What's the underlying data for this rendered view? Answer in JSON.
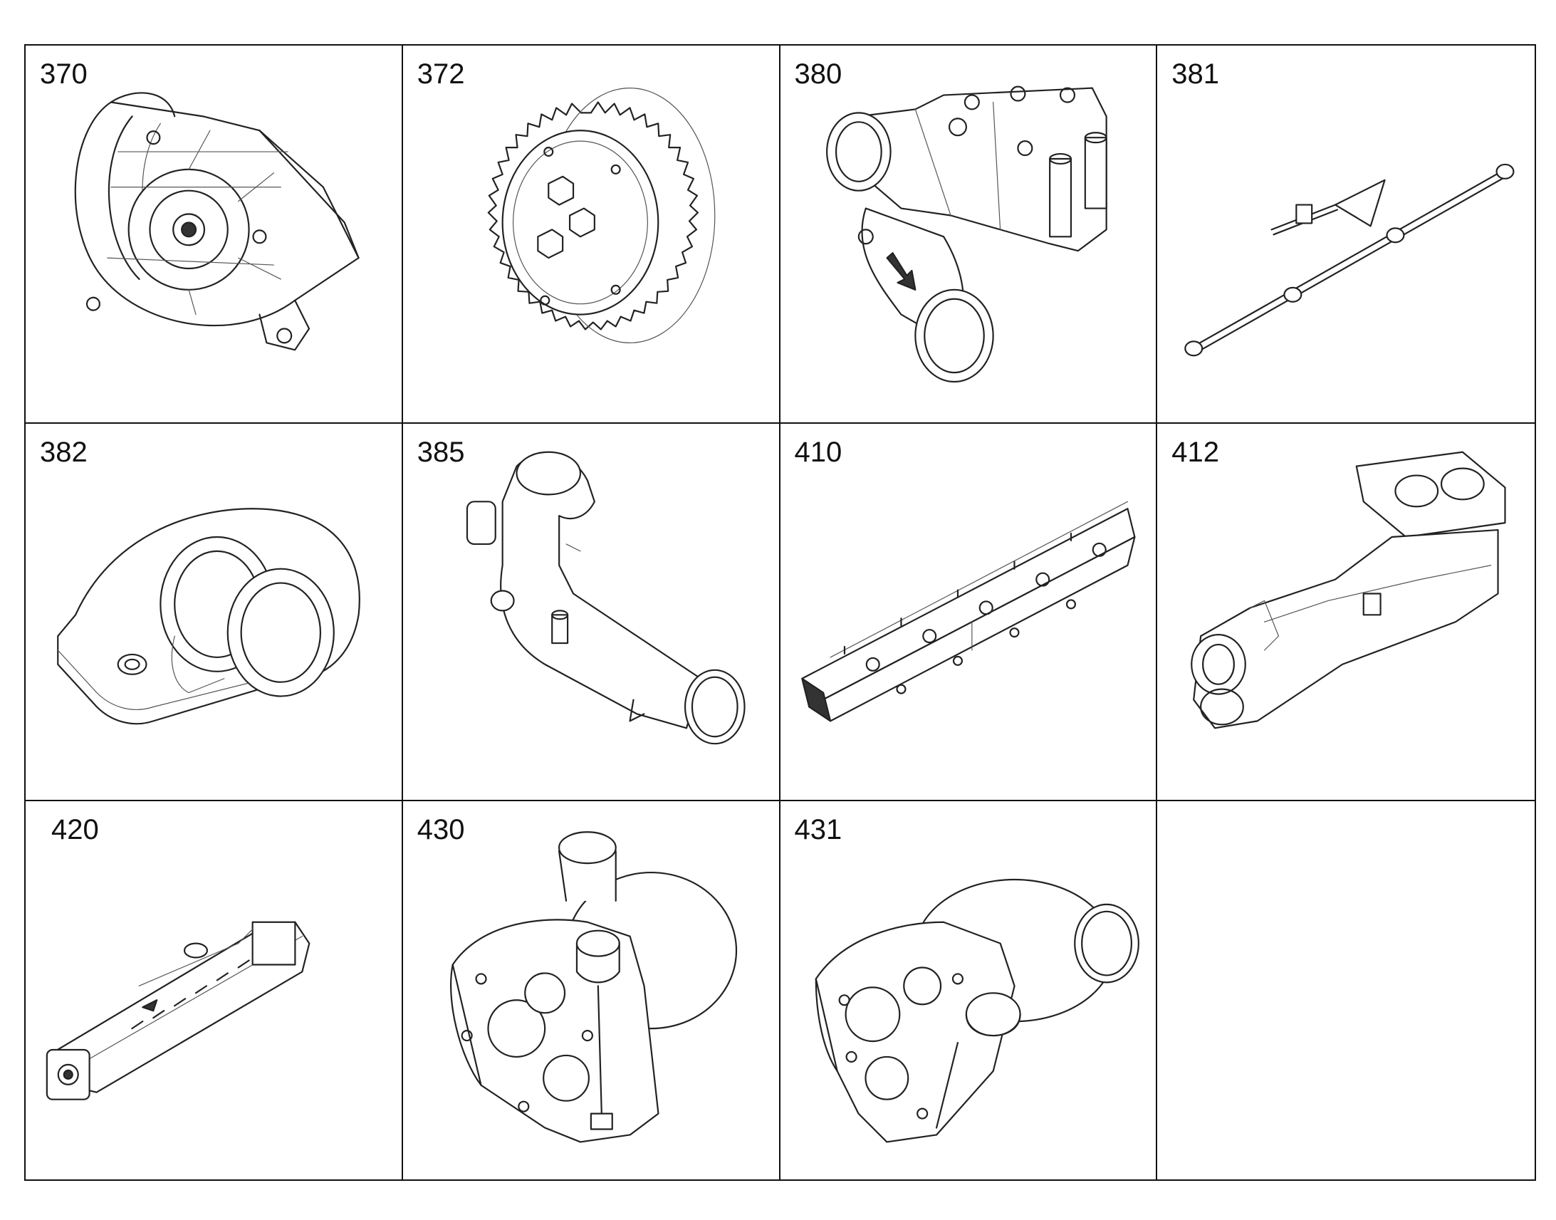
{
  "cells": [
    {
      "number": "370",
      "icon": "water-pump-housing-icon"
    },
    {
      "number": "372",
      "icon": "gear-icon"
    },
    {
      "number": "380",
      "icon": "thermostat-housing-icon"
    },
    {
      "number": "381",
      "icon": "pipe-assembly-icon"
    },
    {
      "number": "382",
      "icon": "twin-pipe-manifold-icon"
    },
    {
      "number": "385",
      "icon": "coolant-pipe-icon"
    },
    {
      "number": "410",
      "icon": "manifold-rail-icon"
    },
    {
      "number": "412",
      "icon": "exhaust-manifold-icon"
    },
    {
      "number": "420",
      "icon": "egr-cooler-icon"
    },
    {
      "number": "430",
      "icon": "turbocharger-icon"
    },
    {
      "number": "431",
      "icon": "turbocharger-icon"
    },
    {
      "number": "",
      "icon": ""
    }
  ]
}
